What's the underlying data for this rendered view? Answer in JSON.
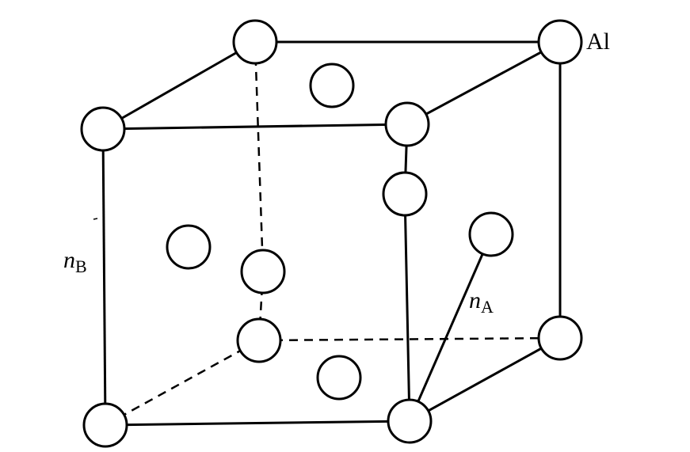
{
  "labels": {
    "al": "Al",
    "nb_main": "n",
    "nb_sub": "B",
    "na_main": "n",
    "na_sub": "A"
  }
}
